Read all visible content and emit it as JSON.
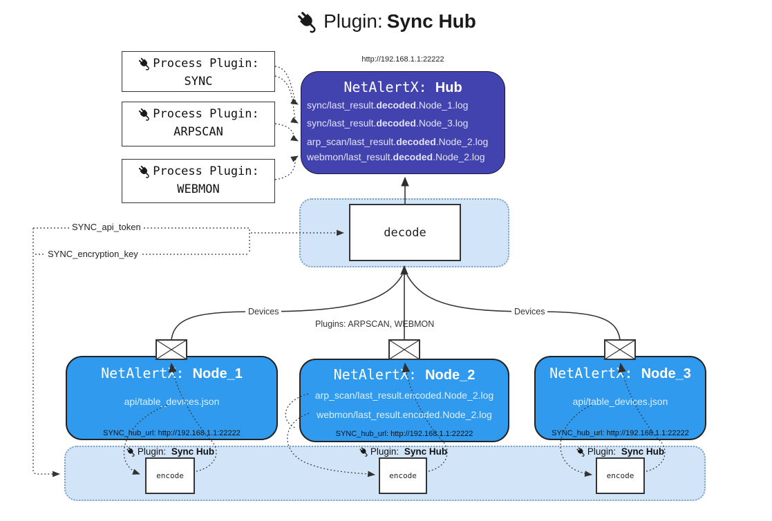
{
  "title": {
    "icon": "plug-icon",
    "prefix": "Plugin:",
    "name": "Sync Hub"
  },
  "process_plugins": [
    {
      "label": "Process Plugin:",
      "name": "SYNC"
    },
    {
      "label": "Process Plugin:",
      "name": "ARPSCAN"
    },
    {
      "label": "Process Plugin:",
      "name": "WEBMON"
    }
  ],
  "hub": {
    "address": "http://192.168.1.1:22222",
    "product": "NetAlertX:",
    "name": "Hub",
    "logs": [
      {
        "pre": "sync/last_result.",
        "mid": "decoded",
        "post": ".Node_1.log"
      },
      {
        "pre": "sync/last_result.",
        "mid": "decoded",
        "post": ".Node_3.log"
      },
      {
        "pre": "arp_scan/last_result.",
        "mid": "decoded",
        "post": ".Node_2.log"
      },
      {
        "pre": "webmon/last_result.",
        "mid": "decoded",
        "post": ".Node_2.log"
      }
    ]
  },
  "decode": {
    "label": "decode"
  },
  "secrets": {
    "api_token": "SYNC_api_token",
    "encryption_key": "SYNC_encryption_key"
  },
  "edge_labels": {
    "left": "Devices",
    "middle": "Plugins: ARPSCAN, WEBMON",
    "right": "Devices"
  },
  "nodes": [
    {
      "product": "NetAlertX:",
      "name": "Node_1",
      "files": [
        "api/table_devices.json"
      ],
      "hub_url": "SYNC_hub_url: http://192.168.1.1:22222"
    },
    {
      "product": "NetAlertX:",
      "name": "Node_2",
      "files": [
        "arp_scan/last_result.encoded.Node_2.log",
        "webmon/last_result.encoded.Node_2.log"
      ],
      "hub_url": "SYNC_hub_url: http://192.168.1.1:22222"
    },
    {
      "product": "NetAlertX:",
      "name": "Node_3",
      "files": [
        "api/table_devices.json"
      ],
      "hub_url": "SYNC_hub_url: http://192.168.1.1:22222"
    }
  ],
  "encoders": [
    {
      "plugin_label": "Plugin:",
      "plugin_name": "Sync Hub",
      "action": "encode"
    },
    {
      "plugin_label": "Plugin:",
      "plugin_name": "Sync Hub",
      "action": "encode"
    },
    {
      "plugin_label": "Plugin:",
      "plugin_name": "Sync Hub",
      "action": "encode"
    }
  ],
  "colors": {
    "hubFill": "#4343b0",
    "hubText": "#ffffff",
    "hubLineText": "#e2e2f7",
    "nodeFill": "#2f9aee",
    "nodeLineText": "#ddeffd",
    "containerFill": "#d2e4f7",
    "containerBorder": "#7f9fbf",
    "arrow": "#333333"
  }
}
